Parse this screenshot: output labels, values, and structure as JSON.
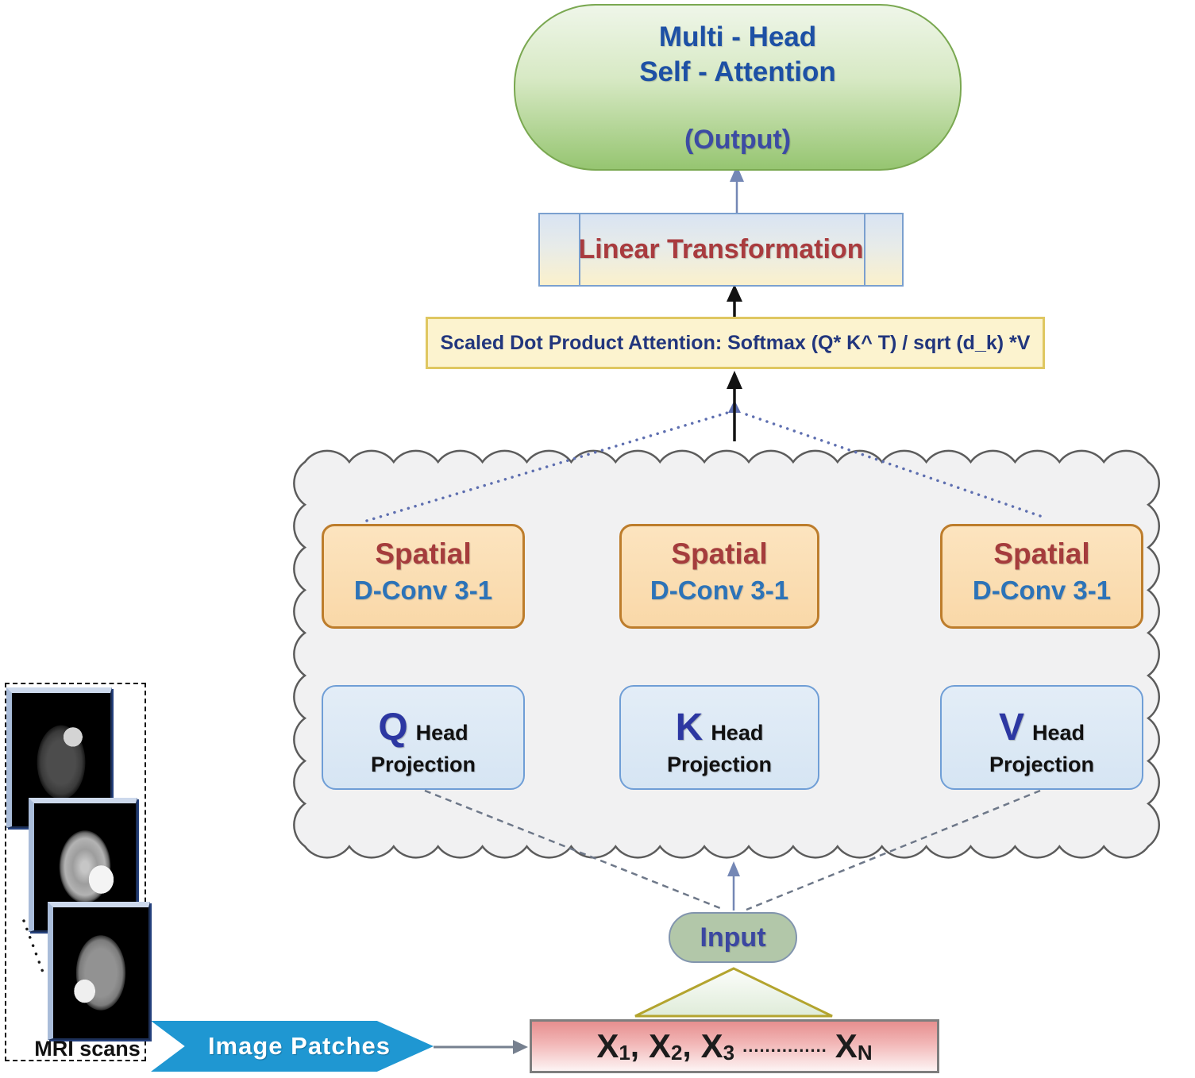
{
  "output_node": {
    "title_line1": "Multi - Head",
    "title_line2": "Self - Attention",
    "subtitle": "(Output)"
  },
  "linear_box": {
    "label": "Linear Transformation"
  },
  "attention_box": {
    "label": "Scaled Dot Product Attention: Softmax (Q* K^ T) / sqrt (d_k) *V"
  },
  "spatial_boxes": [
    {
      "title": "Spatial",
      "subtitle": "D-Conv 3-1"
    },
    {
      "title": "Spatial",
      "subtitle": "D-Conv 3-1"
    },
    {
      "title": "Spatial",
      "subtitle": "D-Conv 3-1"
    }
  ],
  "projection_boxes": [
    {
      "letter": "Q",
      "word1": "Head",
      "word2": "Projection"
    },
    {
      "letter": "K",
      "word1": "Head",
      "word2": "Projection"
    },
    {
      "letter": "V",
      "word1": "Head",
      "word2": "Projection"
    }
  ],
  "input_node": {
    "label": "Input"
  },
  "patch_sequence": {
    "tokens": [
      {
        "base": "X",
        "sub": "1",
        "after": ","
      },
      {
        "base": "X",
        "sub": "2",
        "after": ","
      },
      {
        "base": "X",
        "sub": "3",
        "after": ""
      },
      {
        "base": "X",
        "sub": "N",
        "after": ""
      }
    ],
    "dots": "..............."
  },
  "mri": {
    "caption": "MRI scans"
  },
  "banner": {
    "label": "Image Patches"
  },
  "colors": {
    "output_green": "#96c571",
    "linear_red_text": "#a93b3e",
    "attention_navy_text": "#22367d",
    "spatial_fill": "#f9d8a8",
    "spatial_border": "#bd7d2c",
    "projection_fill": "#d6e5f3",
    "projection_border": "#6f9ed6",
    "input_fill": "#b2c7a9",
    "banner_blue": "#1f97d2",
    "sequence_pink": "#e68f8f",
    "cloud_fill": "#f1f1f2"
  }
}
